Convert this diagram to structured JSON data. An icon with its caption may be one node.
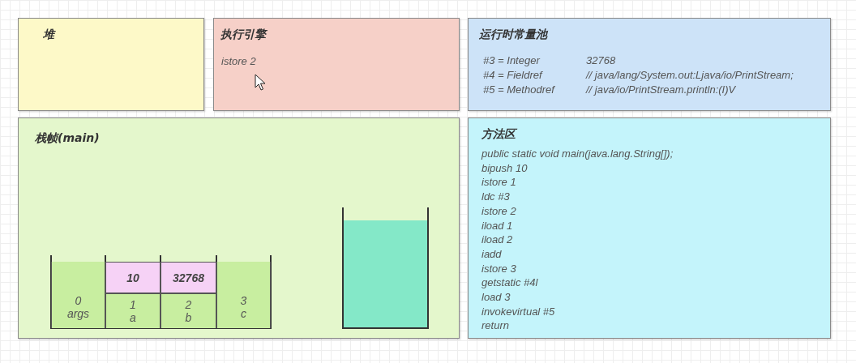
{
  "diagram": {
    "nodes": [
      {
        "text": [
          "堆"
        ]
      },
      {
        "text": [
          "执行引擎",
          "istore 2"
        ]
      },
      {
        "text": [
          "运行时常量池",
          "#3 = Integer",
          "32768",
          "#4 = Fieldref",
          "// java/lang/System.out:Ljava/io/PrintStream;",
          "#5 = Methodref",
          "// java/io/PrintStream.println:(I)V"
        ]
      },
      {
        "text": [
          "栈帧(main)"
        ]
      },
      {
        "text": [
          "0",
          "args"
        ],
        "in": 3
      },
      {
        "text": [
          "10"
        ],
        "in": 3
      },
      {
        "text": [
          "1",
          "a"
        ],
        "in": 3
      },
      {
        "text": [
          "32768"
        ],
        "in": 3
      },
      {
        "text": [
          "2",
          "b"
        ],
        "in": 3
      },
      {
        "text": [
          "3",
          "c"
        ],
        "in": 3
      },
      {
        "text": [],
        "shape": "box",
        "in": 3
      },
      {
        "text": [
          "方法区",
          "public static void main(java.lang.String[]);",
          "bipush 10",
          "istore 1",
          "ldc #3",
          "istore 2",
          "iload 1",
          "iload 2",
          "iadd",
          "istore 3",
          "getstatic #4l",
          "load 3",
          "invokevirtual #5",
          "return"
        ]
      }
    ]
  }
}
